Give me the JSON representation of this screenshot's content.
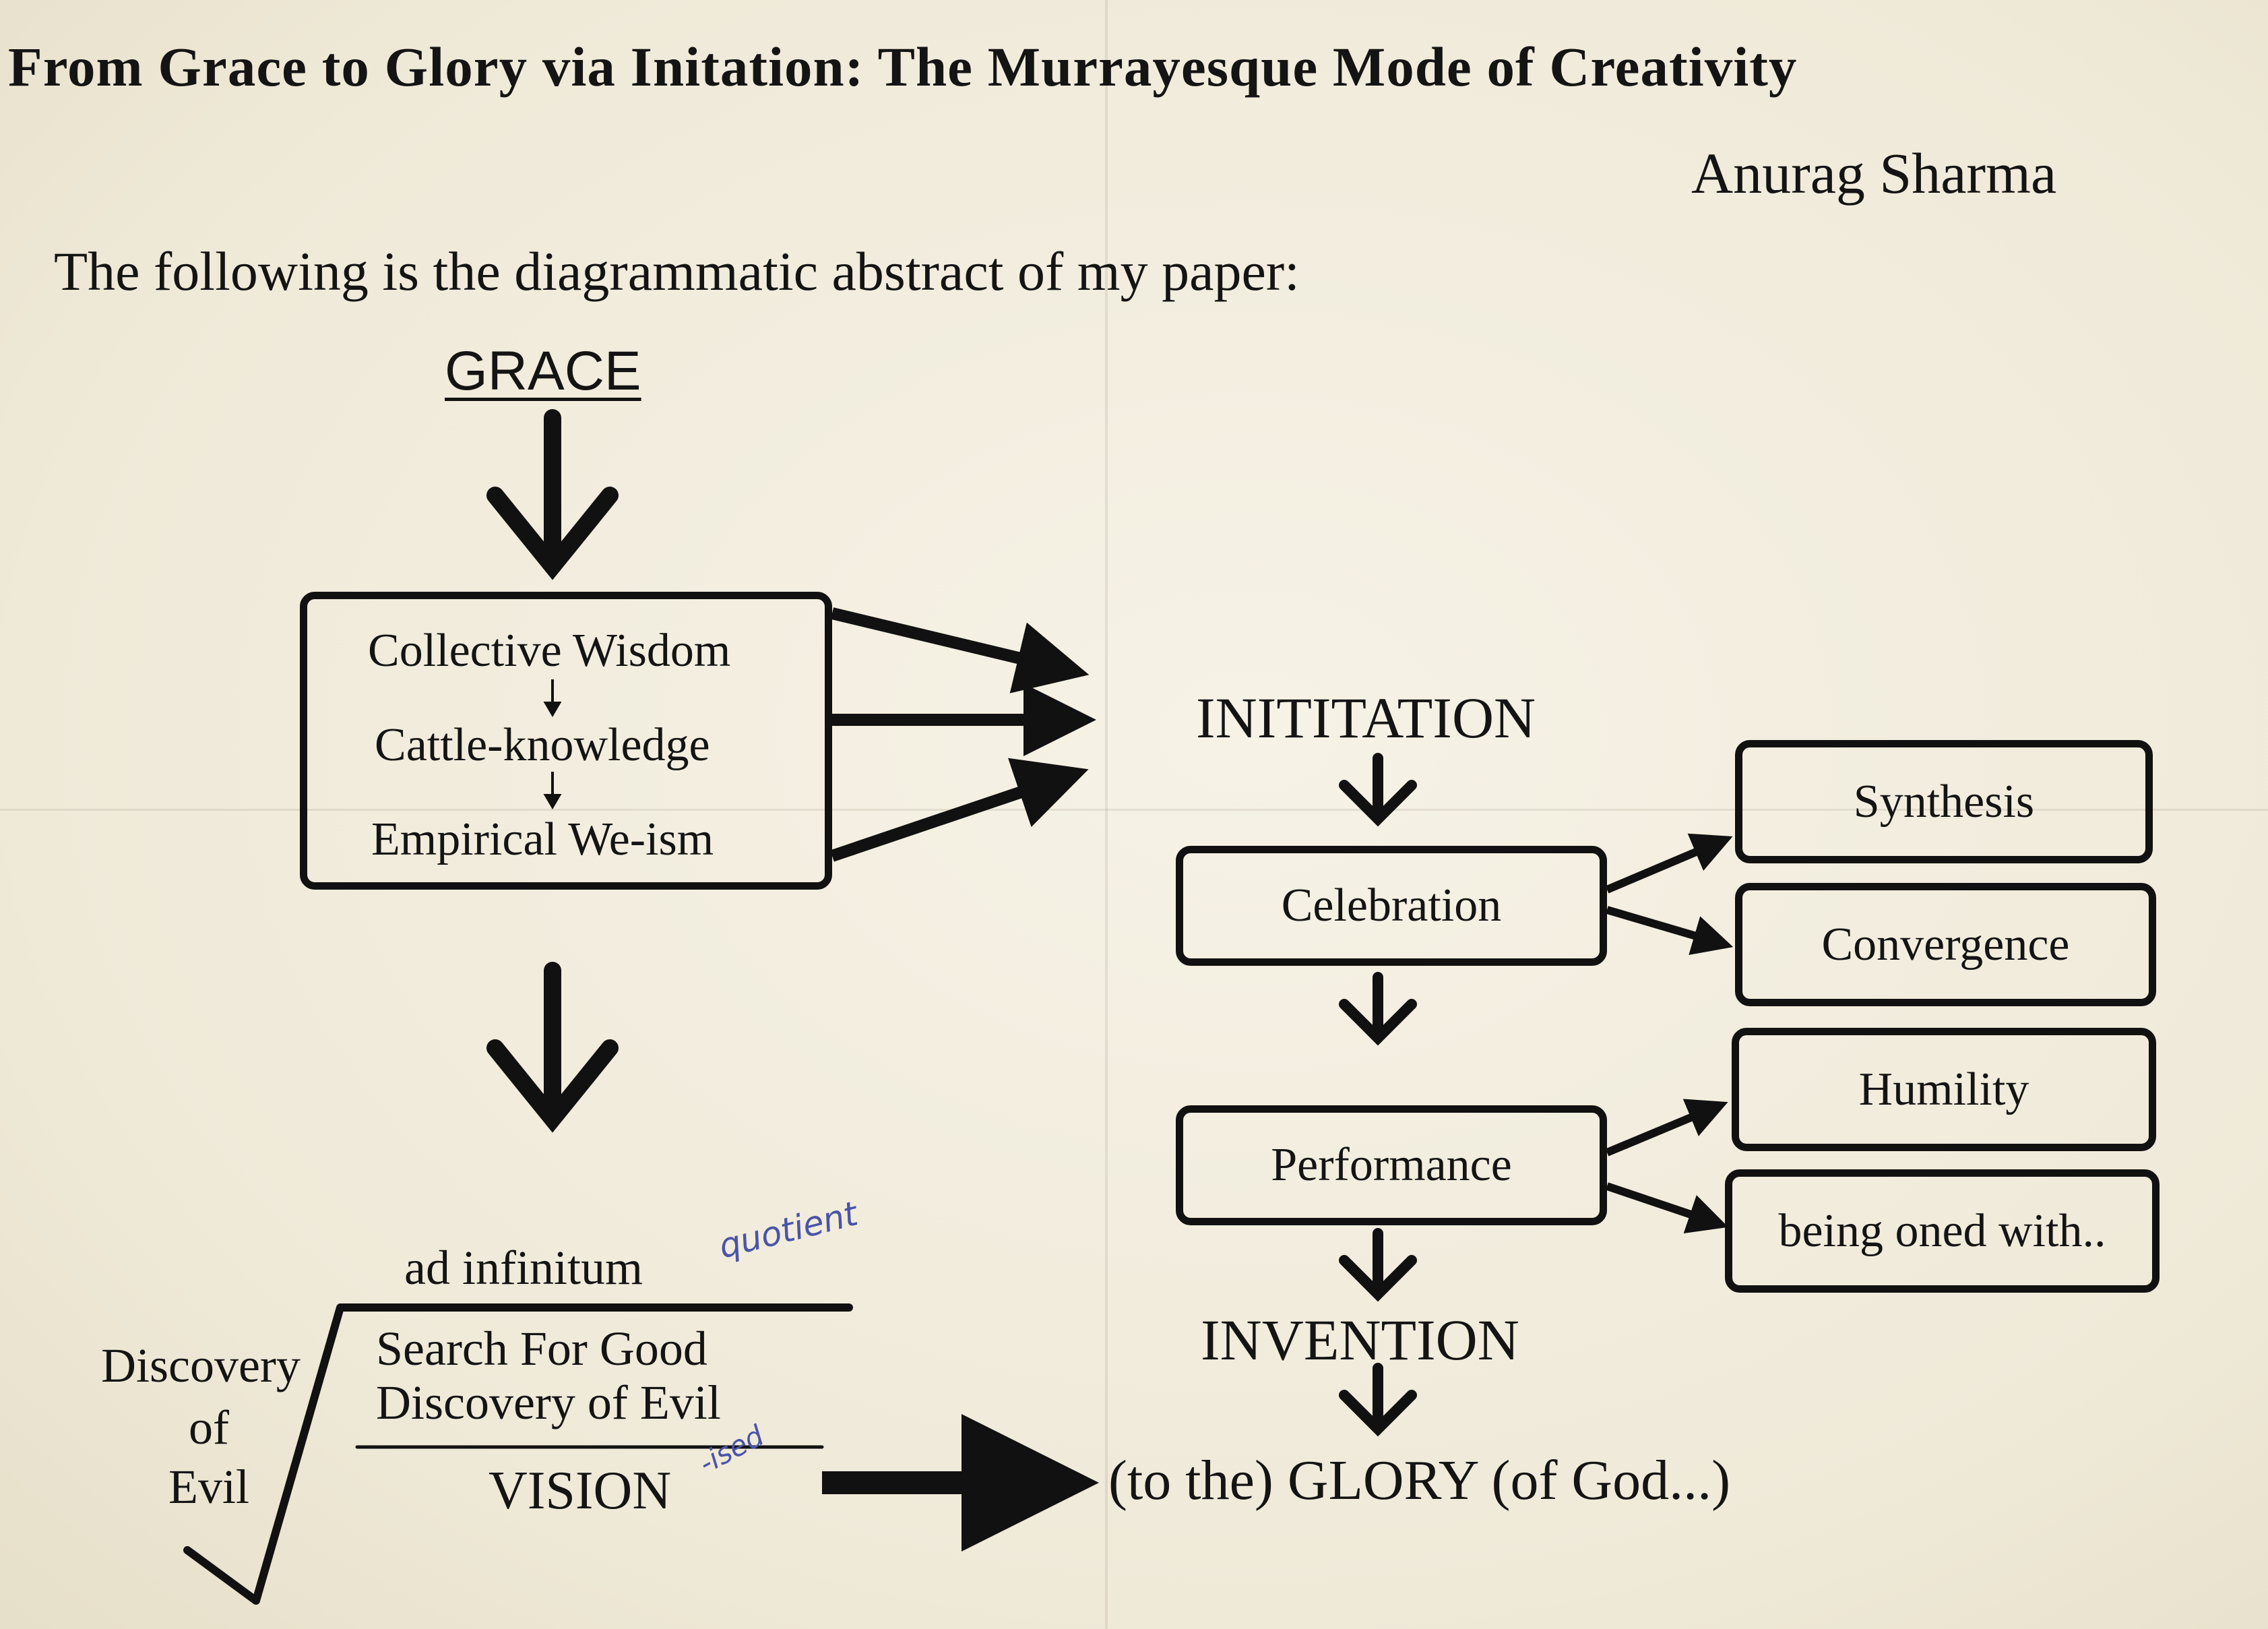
{
  "title": "From Grace to Glory via Initation: The Murrayesque Mode of Creativity",
  "author": "Anurag Sharma",
  "intro": "The following is the diagrammatic abstract of my paper:",
  "grace": "GRACE",
  "wisdom_box": {
    "line1": "Collective Wisdom",
    "line2": "Cattle-knowledge",
    "line3": "Empirical We-ism"
  },
  "initiation": "INITITATION",
  "celebration": "Celebration",
  "synthesis": "Synthesis",
  "convergence": "Convergence",
  "performance": "Performance",
  "humility": "Humility",
  "being_oned": "being oned with..",
  "invention": "INVENTION",
  "glory": "(to the) GLORY (of God...)",
  "formula": {
    "ad_infinitum": "ad infinitum",
    "discovery_left_1": "Discovery",
    "discovery_left_2": "of",
    "discovery_left_3": "Evil",
    "search_good": "Search For Good",
    "discovery_evil": "Discovery of Evil",
    "vision": "VISION"
  },
  "annotations": {
    "quotient": "quotient",
    "ised": "-ised"
  }
}
